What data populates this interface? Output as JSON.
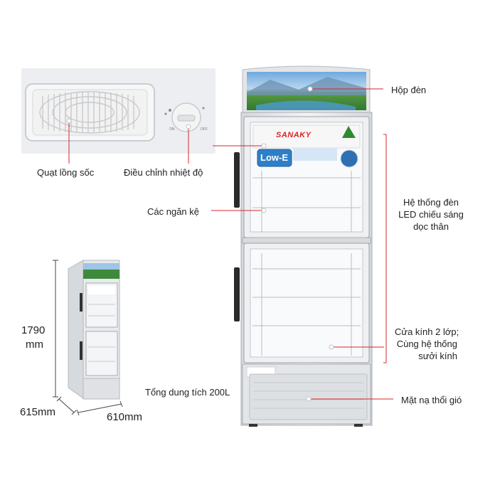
{
  "brand": "SANAKY",
  "sticker": "Low-E",
  "callouts": {
    "lamp_box": "Hộp đèn",
    "fan": "Quạt lồng sốc",
    "thermostat": "Điều chỉnh nhiệt độ",
    "shelves": "Các ngăn kệ",
    "led_line1": "Hệ thống đèn",
    "led_line2": "LED chiếu sáng",
    "led_line3": "dọc thân",
    "glass_line1": "Cửa kính 2 lớp;",
    "glass_line2": "Cùng hệ thống",
    "glass_line3": "sưởi kính",
    "capacity": "Tổng dung tích 200L",
    "vent": "Mặt nạ thổi gió"
  },
  "dimensions": {
    "height_value": "1790",
    "height_unit": "mm",
    "depth": "615mm",
    "width": "610mm"
  },
  "dial_marks": {
    "on": "ON",
    "off": "OFF"
  },
  "colors": {
    "accent_red": "#d7262a",
    "fridge_body": "#e9ebee",
    "inset_bg": "#eef0f3"
  }
}
